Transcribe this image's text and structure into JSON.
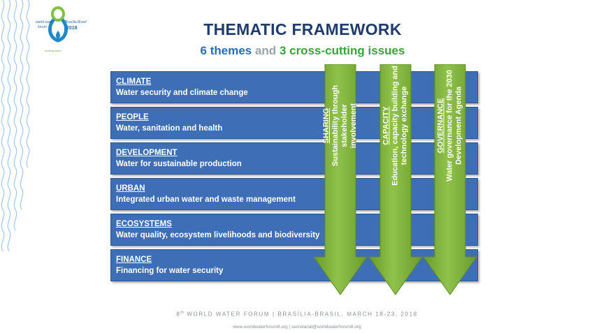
{
  "logo": {
    "line1": "world water",
    "line2": "forum",
    "line3": "Brasília Brasil",
    "year": "2018",
    "tagline": "sharing water"
  },
  "title": "THEMATIC FRAMEWORK",
  "subtitle": {
    "themes": "6 themes",
    "and": "and",
    "cross": "3 cross-cutting issues"
  },
  "themes": [
    {
      "name": "CLIMATE",
      "desc": "Water security and climate change"
    },
    {
      "name": "PEOPLE",
      "desc": "Water, sanitation and health"
    },
    {
      "name": "DEVELOPMENT",
      "desc": "Water for sustainable production"
    },
    {
      "name": "URBAN",
      "desc": "Integrated urban water and waste management"
    },
    {
      "name": "ECOSYSTEMS",
      "desc": "Water quality, ecosystem livelihoods and biodiversity"
    },
    {
      "name": "FINANCE",
      "desc": "Financing for water security"
    }
  ],
  "cross_cutting": [
    {
      "name": "SHARING",
      "line1": "Sustainability through stakeholder",
      "line2": "involvement"
    },
    {
      "name": "CAPACITY",
      "line1": "Education, capacity building and",
      "line2": "technology exchange"
    },
    {
      "name": "GOVERNANCE",
      "line1": "Water governance for the 2030",
      "line2": "Development Agenda"
    }
  ],
  "colors": {
    "title": "#1f3c6e",
    "theme_box": "#3e6fb6",
    "arrow_green": "#7fb23d",
    "subtitle_themes": "#2a6db0",
    "subtitle_cross": "#3aa23a"
  },
  "footer": {
    "ordinal": "8",
    "ordinal_suffix": "th",
    "main": "WORLD WATER FORUM | BRASÍLIA-BRASIL, MARCH 18-23, 2018",
    "links": "www.worldwaterforum8.org | secretariat@worldwaterforum8.org"
  }
}
